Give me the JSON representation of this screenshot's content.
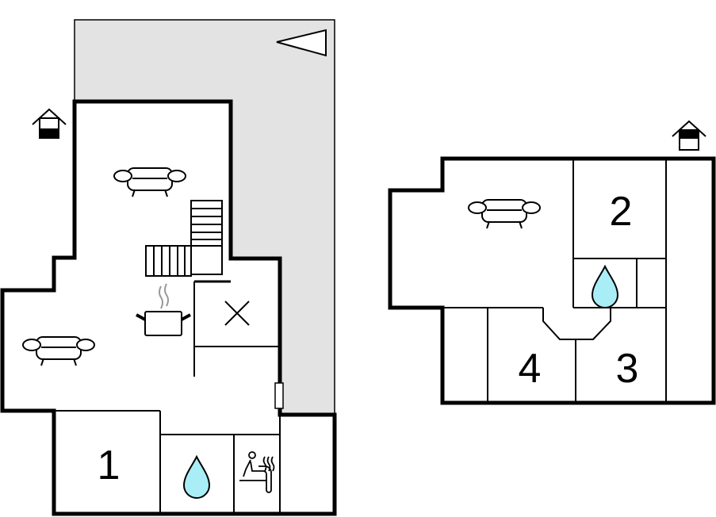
{
  "floor_plan": {
    "ground_floor": {
      "rooms": [
        {
          "label": "1",
          "type": "bedroom"
        }
      ],
      "icons": [
        "sofa-icon",
        "sofa-icon",
        "staircase-icon",
        "cooking-pot-icon",
        "cross-icon",
        "water-drop-icon",
        "sauna-icon",
        "entrance-house-icon",
        "north-arrow-icon"
      ]
    },
    "upper_floor": {
      "rooms": [
        {
          "label": "2",
          "type": "bedroom"
        },
        {
          "label": "3",
          "type": "bedroom"
        },
        {
          "label": "4",
          "type": "bedroom"
        }
      ],
      "icons": [
        "sofa-icon",
        "water-drop-icon",
        "entrance-house-icon"
      ]
    },
    "colors": {
      "terrace": "#e3e3e3",
      "water": "#a9eef6",
      "wall": "#000000",
      "steam": "#999999"
    }
  }
}
